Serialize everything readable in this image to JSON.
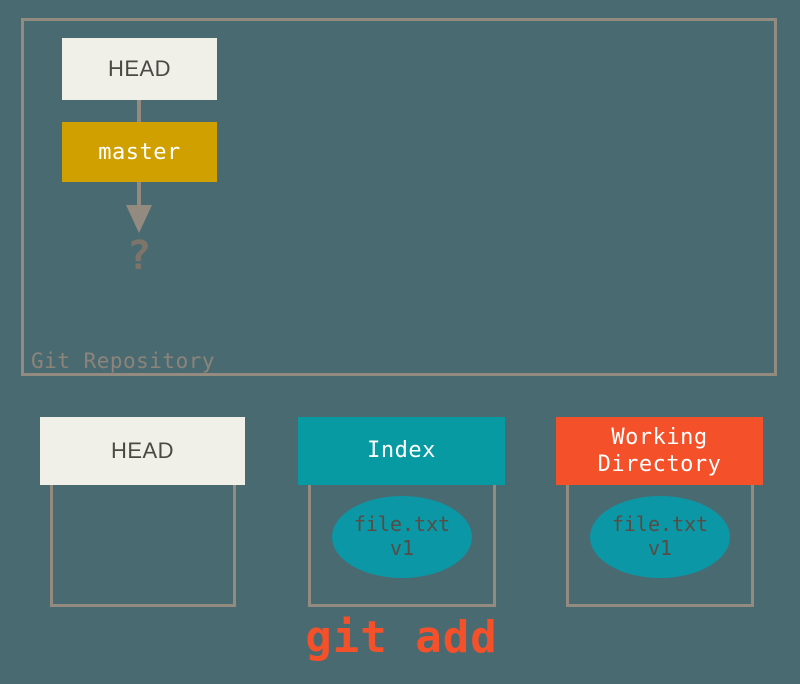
{
  "diagram": {
    "background_color": "#4a6a72",
    "border_color": "#948b80"
  },
  "repository": {
    "caption": "Git Repository",
    "head_ref": {
      "label": "HEAD",
      "background_color": "#f0efe8",
      "text_color": "#4a4a45"
    },
    "branch_ref": {
      "label": "master",
      "background_color": "#cfa000",
      "text_color": "#ffffff"
    },
    "unknown_commit": {
      "label": "?",
      "color": "#7d7569"
    },
    "arrow_color": "#948b80"
  },
  "areas": [
    {
      "name": "head",
      "title": "HEAD",
      "header_color": "#f0efe8",
      "header_text_color": "#4a4a45",
      "blob": null
    },
    {
      "name": "index",
      "title": "Index",
      "header_color": "#079aa2",
      "header_text_color": "#ffffff",
      "blob": {
        "filename": "file.txt",
        "version": "v1",
        "color": "#0b97a5",
        "text_color": "#584c44"
      }
    },
    {
      "name": "working-directory",
      "title_line1": "Working",
      "title_line2": "Directory",
      "header_color": "#f4502a",
      "header_text_color": "#ffffff",
      "blob": {
        "filename": "file.txt",
        "version": "v1",
        "color": "#0b97a5",
        "text_color": "#584c44"
      }
    }
  ],
  "command": {
    "label": "git add",
    "color": "#f4502a"
  }
}
